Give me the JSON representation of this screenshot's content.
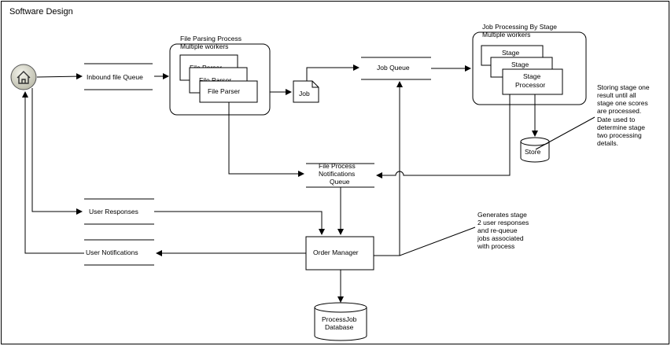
{
  "diagram": {
    "title": "Software Design",
    "home_icon": "home-icon",
    "queues": {
      "inbound": "Inbound file Queue",
      "job": "Job Queue",
      "notifications_line1": "File Process",
      "notifications_line2": "Notifications",
      "notifications_line3": "Queue",
      "user_responses": "User Responses",
      "user_notifications": "User Notifications"
    },
    "parsing_group": {
      "title_line1": "File Parsing Process",
      "title_line2": "Multiple workers",
      "parser_label": "File Parser"
    },
    "job_doc": "Job",
    "stage_group": {
      "title_line1": "Job Processing By Stage",
      "title_line2": "Multiple workers",
      "stage_label": "Stage",
      "processor_line1": "Stage",
      "processor_line2": "Processor"
    },
    "store": "Store",
    "order_manager": "Order Manager",
    "database_line1": "ProcessJob",
    "database_line2": "Database",
    "note_store": [
      "Storing stage one",
      "result until all",
      "stage one scores",
      "are processed.",
      "Date used to",
      "determine stage",
      "two processing",
      "details."
    ],
    "note_order": [
      "Generates stage",
      "2 user responses",
      "and re-queue",
      "jobs associated",
      "with process"
    ]
  }
}
